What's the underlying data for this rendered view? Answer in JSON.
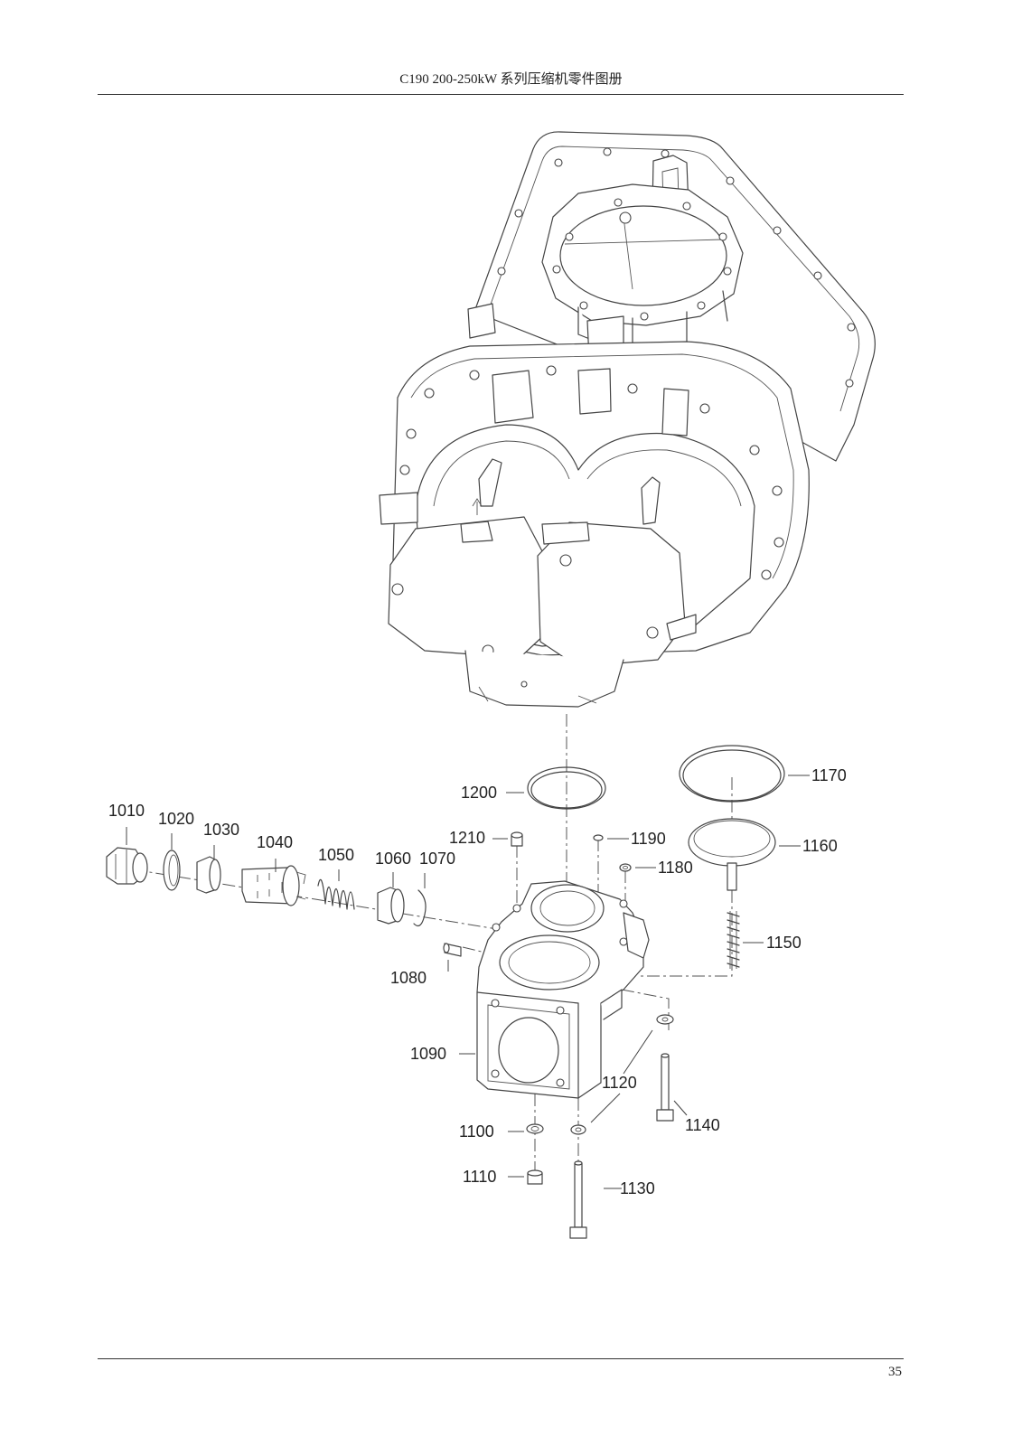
{
  "header": {
    "title": "C190 200-250kW 系列压缩机零件图册"
  },
  "footer": {
    "page_number": "35"
  },
  "callouts": [
    "1010",
    "1020",
    "1030",
    "1040",
    "1050",
    "1060",
    "1070",
    "1080",
    "1090",
    "1100",
    "1110",
    "1120",
    "1130",
    "1140",
    "1150",
    "1160",
    "1170",
    "1180",
    "1190",
    "1200",
    "1210"
  ]
}
